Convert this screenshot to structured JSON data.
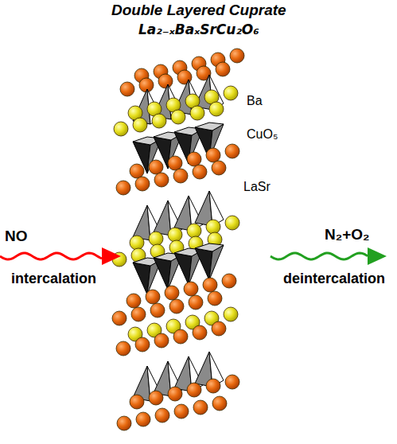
{
  "diagram": {
    "title": "Double Layered Cuprate",
    "labels": [
      "La₂₋ₓBaₓSrCu₂O₆",
      "Ba",
      "CuO₅",
      "LaSr",
      "NO",
      "intercalation",
      "N₂+O₂",
      "deintercalation"
    ]
  }
}
